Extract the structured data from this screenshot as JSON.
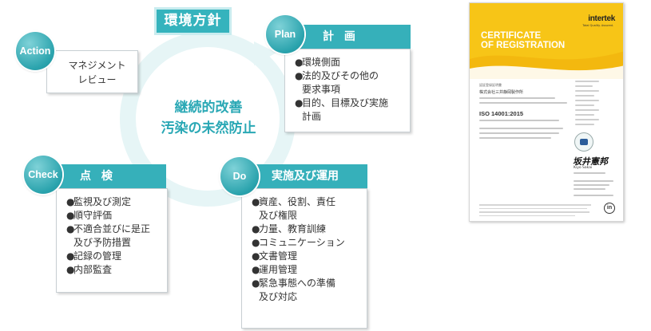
{
  "diagram": {
    "policy_title": "環境方針",
    "center_lines": [
      "継続的改善",
      "汚染の未然防止"
    ],
    "action": {
      "label": "Action",
      "lines": [
        "マネジメント",
        "レビュー"
      ]
    },
    "plan": {
      "label": "Plan",
      "header": "計 画",
      "items": [
        {
          "line1": "環境側面",
          "line2": ""
        },
        {
          "line1": "法的及びその他の",
          "line2": "要求事項"
        },
        {
          "line1": "目的、目標及び実施",
          "line2": "計画"
        }
      ]
    },
    "check": {
      "label": "Check",
      "header": "点 検",
      "items": [
        {
          "line1": "監視及び測定",
          "line2": ""
        },
        {
          "line1": "順守評価",
          "line2": ""
        },
        {
          "line1": "不適合並びに是正",
          "line2": "及び予防措置"
        },
        {
          "line1": "記録の管理",
          "line2": ""
        },
        {
          "line1": "内部監査",
          "line2": ""
        }
      ]
    },
    "do": {
      "label": "Do",
      "header": "実施及び運用",
      "items": [
        {
          "line1": "資産、役割、責任",
          "line2": "及び権限"
        },
        {
          "line1": "力量、教育訓練",
          "line2": ""
        },
        {
          "line1": "コミュニケーション",
          "line2": ""
        },
        {
          "line1": "文書管理",
          "line2": ""
        },
        {
          "line1": "運用管理",
          "line2": ""
        },
        {
          "line1": "緊急事態への準備",
          "line2": "及び対応"
        }
      ]
    },
    "bullet": "●"
  },
  "certificate": {
    "brand": "intertek",
    "brand_sub": "Total Quality. Assured.",
    "title_line1": "CERTIFICATE",
    "title_line2": "OF REGISTRATION",
    "reg_label": "認証登録証明書",
    "company": "株式会社三井静岡製作所",
    "standard": "ISO 14001:2015",
    "signature": "坂井憲邦",
    "signer": "Kiyo Sakai",
    "in_logo": "in"
  },
  "colors": {
    "teal": "#36b0ba",
    "teal_light": "#c9ecef",
    "cert_yellow": "#f7c517"
  }
}
